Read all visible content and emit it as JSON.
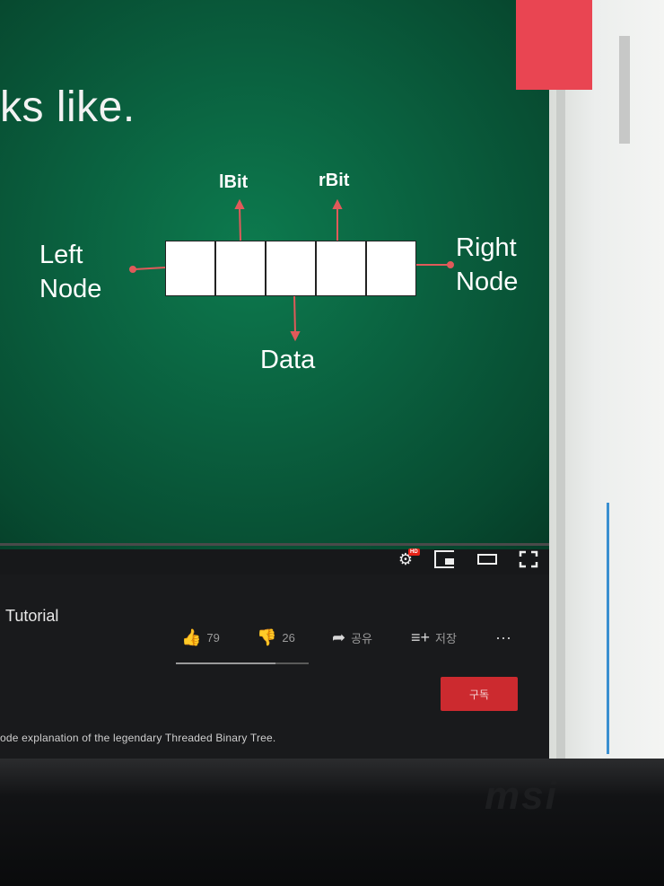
{
  "slide": {
    "heading": "ks like.",
    "labels": {
      "left_node": "Left\nNode",
      "right_node": "Right\nNode",
      "lbit": "lBit",
      "rbit": "rBit",
      "data": "Data"
    },
    "node_cells": 5,
    "colors": {
      "accent": "#e94552",
      "background": "#0a5f3e"
    }
  },
  "player": {
    "controls": [
      "settings-icon",
      "miniplayer-icon",
      "theater-mode-icon",
      "fullscreen-icon"
    ],
    "hd_badge": "HD"
  },
  "video": {
    "title": "Tutorial",
    "likes": "79",
    "dislikes": "26",
    "share_label": "공유",
    "save_label": "저장",
    "more_label": "···",
    "like_ratio": 0.75,
    "subscribe_label": "구독",
    "description": "ode explanation of the legendary Threaded Binary Tree."
  },
  "monitor": {
    "brand": "msi"
  }
}
